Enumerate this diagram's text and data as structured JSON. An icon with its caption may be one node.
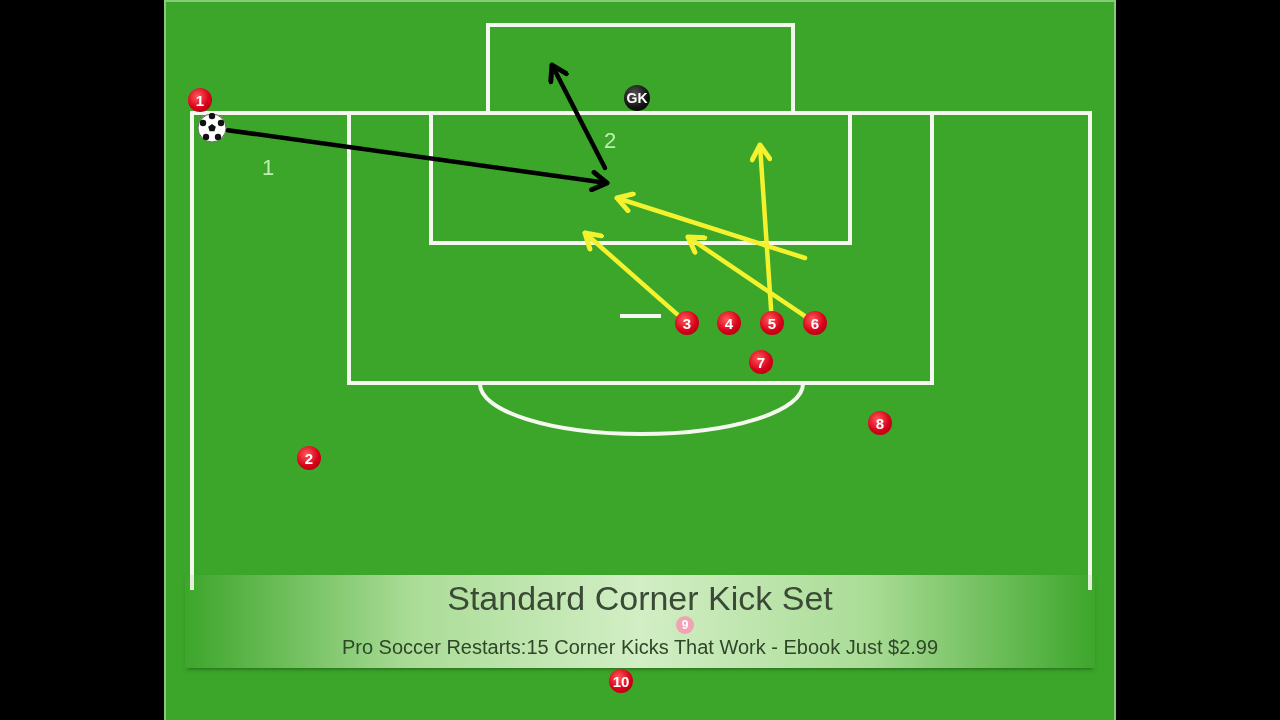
{
  "diagram": {
    "title": "Standard Corner Kick Set",
    "caption": "Pro Soccer Restarts:15 Corner Kicks That Work - Ebook Just $2.99",
    "nodes": [
      {
        "text": [
          "1"
        ]
      },
      {
        "text": [],
        "shape": "ball"
      },
      {
        "text": [
          "GK"
        ]
      },
      {
        "text": [
          "3"
        ]
      },
      {
        "text": [
          "4"
        ]
      },
      {
        "text": [
          "5"
        ]
      },
      {
        "text": [
          "6"
        ]
      },
      {
        "text": [
          "7"
        ]
      },
      {
        "text": [
          "8"
        ]
      },
      {
        "text": [
          "2"
        ]
      },
      {
        "text": [
          "9"
        ]
      },
      {
        "text": [
          "10"
        ]
      }
    ],
    "edges": [
      {
        "from": 1,
        "to": null,
        "arrow": "to",
        "label": "1",
        "color": "#000000"
      },
      {
        "from": 3,
        "to": null,
        "arrow": "to"
      },
      {
        "from": 5,
        "to": null,
        "arrow": "to"
      },
      {
        "from": 6,
        "to": null,
        "arrow": "to"
      }
    ],
    "labels": [
      "2"
    ]
  }
}
